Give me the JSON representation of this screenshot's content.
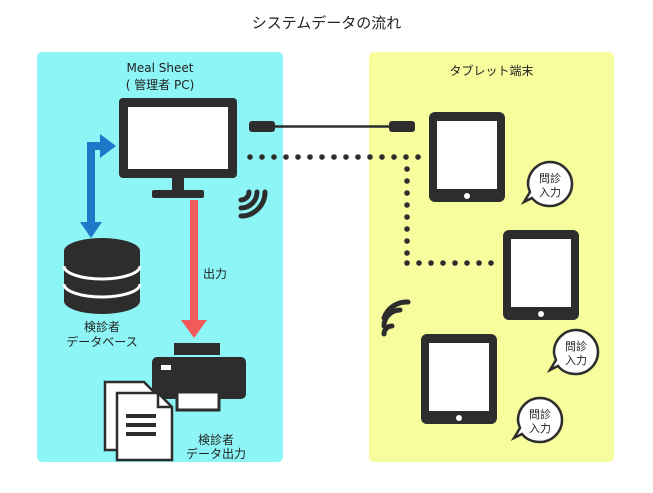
{
  "title": "システムデータの流れ",
  "pc_panel": {
    "name": "Meal Sheet",
    "subtitle": "( 管理者 PC)",
    "db_line1": "検診者",
    "db_line2": "データベース",
    "output_label": "出力",
    "print_line1": "検診者",
    "print_line2": "データ出力"
  },
  "tablet_panel": {
    "title": "タブレット端末",
    "bubble_line1": "問診",
    "bubble_line2": "入力"
  },
  "colors": {
    "pc_bg": "#8DF5F5",
    "tablet_bg": "#F7FC9D",
    "sync_arrow": "#1E78C8",
    "output_arrow": "#F05A5A",
    "device": "#2D2D2D"
  }
}
